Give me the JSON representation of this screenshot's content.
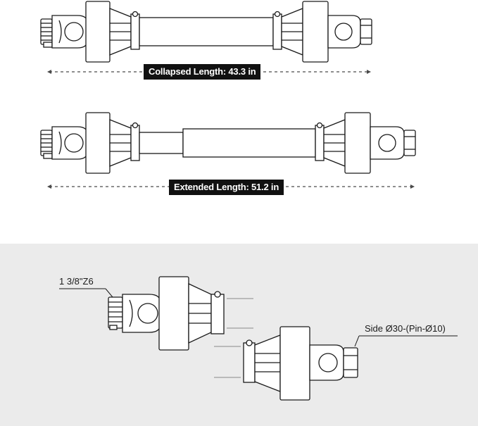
{
  "labels": {
    "collapsed": "Collapsed Length: 43.3 in",
    "extended": "Extended Length: 51.2 in",
    "tractor_end": "1 3/8\"Z6",
    "implement_end": "Side Ø30-(Pin-Ø10)"
  },
  "colors": {
    "line": "#1a1a1a",
    "arrow": "#4a4a4a",
    "label_bg": "#111111",
    "label_text": "#ffffff",
    "detail_panel": "#ebebeb"
  }
}
